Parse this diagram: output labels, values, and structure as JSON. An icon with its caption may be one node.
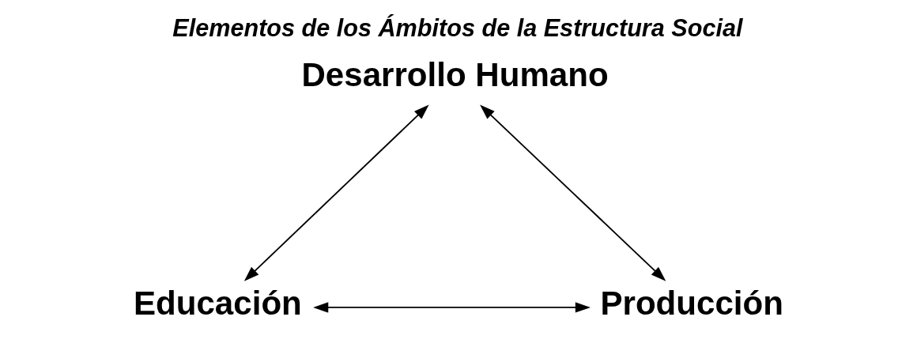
{
  "diagram": {
    "title": "Elementos de los Ámbitos de la Estructura Social",
    "nodes": [
      {
        "text": [
          "Desarrollo Humano"
        ]
      },
      {
        "text": [
          "Educación"
        ]
      },
      {
        "text": [
          "Producción"
        ]
      }
    ],
    "edges": [
      {
        "from": 0,
        "to": 1,
        "arrow": "both"
      },
      {
        "from": 0,
        "to": 2,
        "arrow": "both"
      },
      {
        "from": 1,
        "to": 2,
        "arrow": "both"
      }
    ]
  }
}
